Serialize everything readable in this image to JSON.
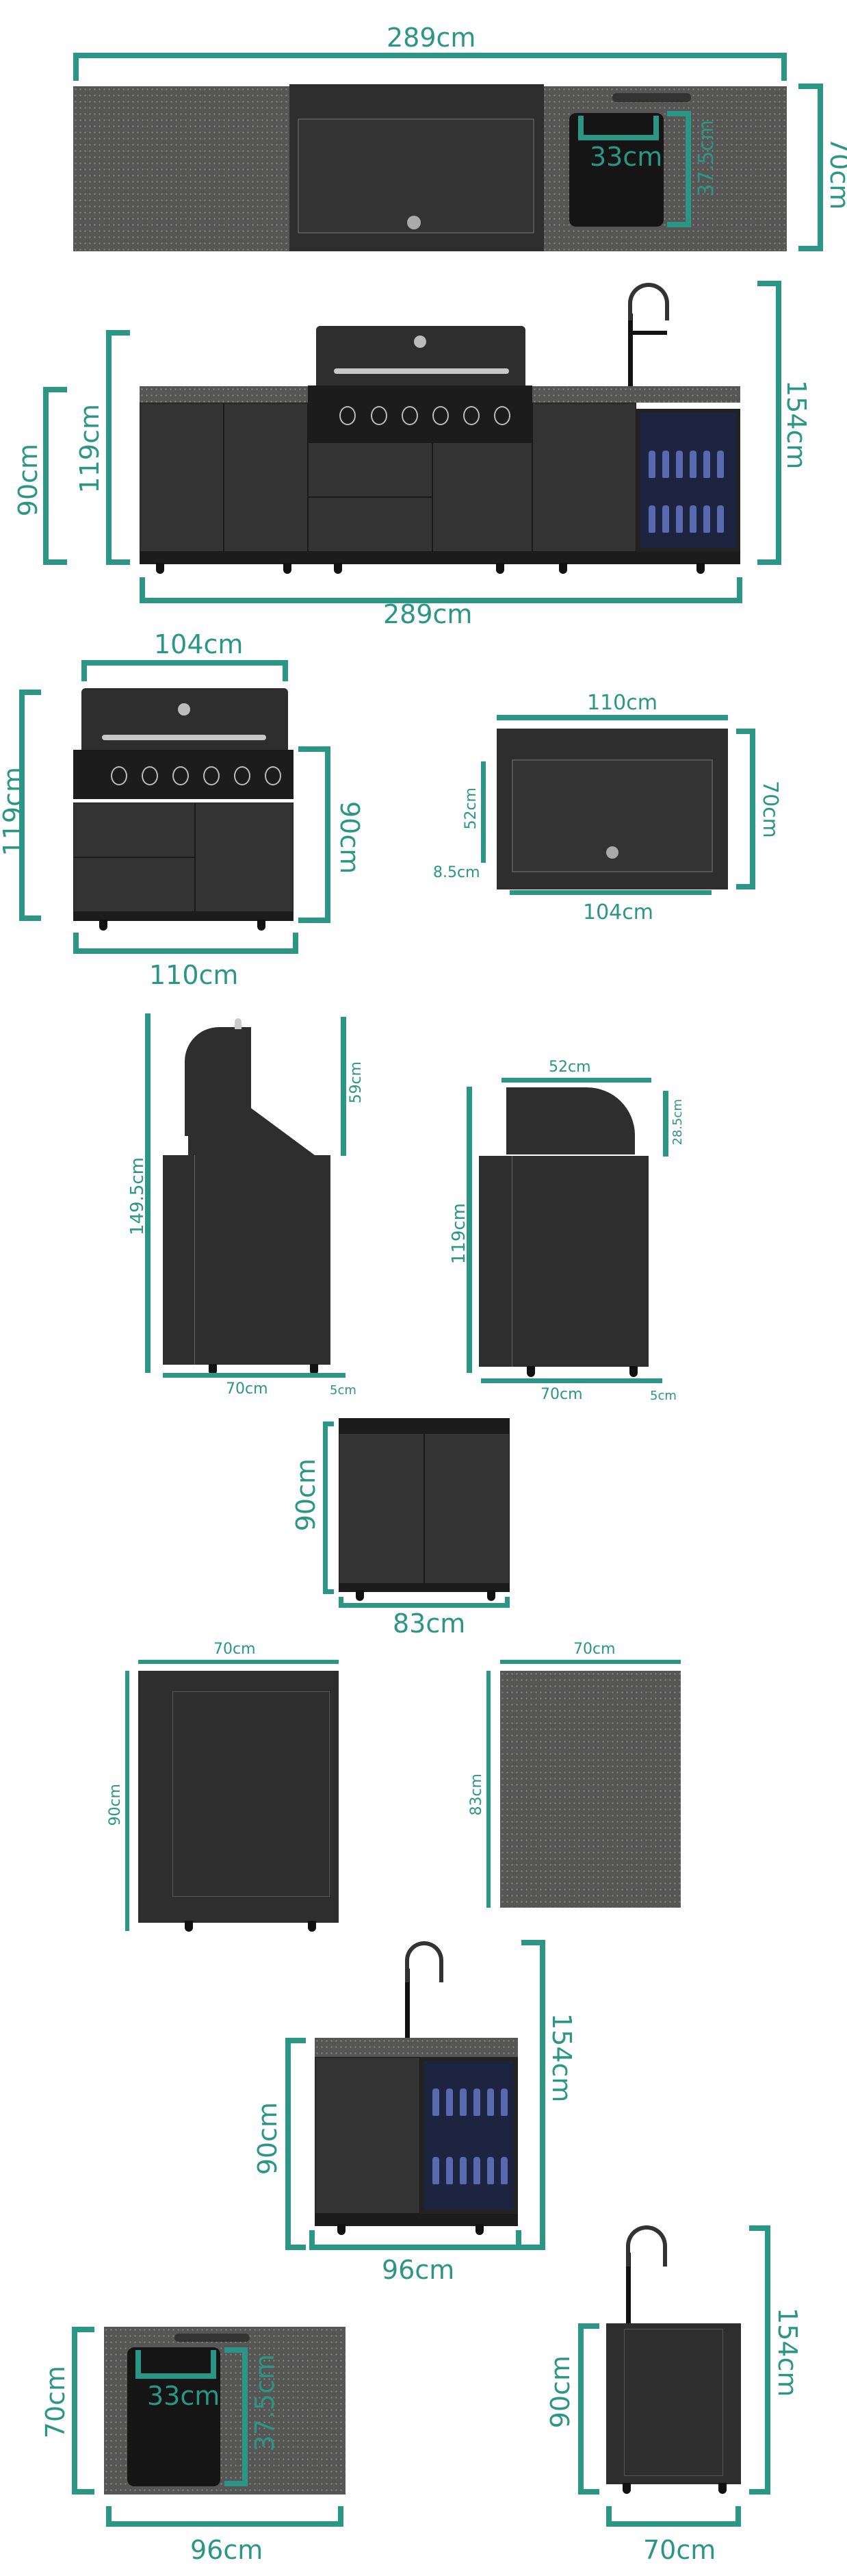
{
  "colors": {
    "dimension": "#2a9683",
    "cabinet": "#333333",
    "worktop": "#565656"
  },
  "views": {
    "full_top": {
      "width": "289cm",
      "depth": "70cm",
      "sink_width": "33cm",
      "sink_depth": "37.5cm"
    },
    "full_front": {
      "width": "289cm",
      "counter_height": "90cm",
      "grill_height": "119cm",
      "faucet_height": "154cm"
    },
    "grill_front": {
      "top_width": "104cm",
      "height": "119cm",
      "counter_height": "90cm",
      "width": "110cm"
    },
    "grill_top": {
      "width": "110cm",
      "depth": "70cm",
      "hood_depth": "52cm",
      "front_depth": "8.5cm",
      "inner_width": "104cm"
    },
    "grill_side_open": {
      "height": "149.5cm",
      "lid_height": "59cm",
      "depth": "70cm",
      "overhang": "5cm"
    },
    "grill_side_closed": {
      "height": "119cm",
      "hood_depth": "52cm",
      "hood_height": "28.5cm",
      "depth": "70cm",
      "overhang": "5cm"
    },
    "corner_cabinet": {
      "height": "90cm",
      "width": "83cm"
    },
    "cabinet_side": {
      "depth": "70cm",
      "height": "90cm"
    },
    "worktop": {
      "depth": "70cm",
      "width": "83cm"
    },
    "sink_front": {
      "counter_height": "90cm",
      "faucet_height": "154cm",
      "width": "96cm"
    },
    "sink_top": {
      "depth": "70cm",
      "sink_width": "33cm",
      "sink_depth": "37.5cm",
      "width": "96cm"
    },
    "sink_side": {
      "height": "90cm",
      "faucet_height": "154cm",
      "depth": "70cm"
    }
  }
}
